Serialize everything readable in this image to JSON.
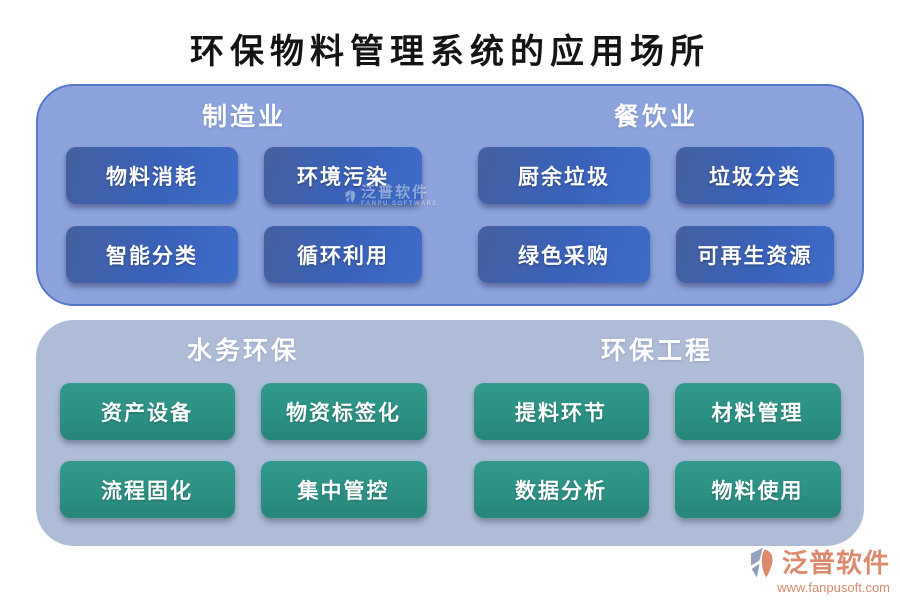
{
  "title": "环保物料管理系统的应用场所",
  "panels": [
    {
      "name": "top",
      "groups": [
        {
          "header": "制造业",
          "buttons": [
            "物料消耗",
            "环境污染",
            "智能分类",
            "循环利用"
          ]
        },
        {
          "header": "餐饮业",
          "buttons": [
            "厨余垃圾",
            "垃圾分类",
            "绿色采购",
            "可再生资源"
          ]
        }
      ]
    },
    {
      "name": "bottom",
      "groups": [
        {
          "header": "水务环保",
          "buttons": [
            "资产设备",
            "物资标签化",
            "流程固化",
            "集中管控"
          ]
        },
        {
          "header": "环保工程",
          "buttons": [
            "提料环节",
            "材料管理",
            "数据分析",
            "物料使用"
          ]
        }
      ]
    }
  ],
  "watermark": {
    "name": "泛普软件",
    "subtext": "FANPU SOFTWARE"
  },
  "brand": {
    "name": "泛普软件",
    "url": "www.fanpusoft.com"
  },
  "colors": {
    "top_panel_bg": "#8CA3DC",
    "top_panel_border": "#5577CC",
    "bottom_panel_bg": "#AFBCD7",
    "blue_button": "#3A62BC",
    "teal_button": "#2E9488",
    "brand_accent": "#DB8A6E",
    "title_color": "#141414"
  }
}
